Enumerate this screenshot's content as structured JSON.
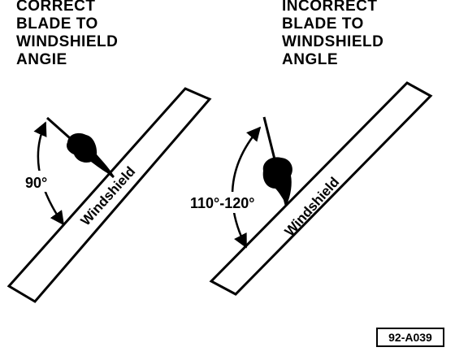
{
  "left_panel": {
    "caption_lines": [
      "CORRECT",
      "BLADE TO",
      "WINDSHIELD",
      "ANGIE"
    ],
    "angle_label": "90°",
    "windshield_label": "Windshield"
  },
  "right_panel": {
    "caption_lines": [
      "INCORRECT",
      "BLADE TO",
      "WINDSHIELD",
      "ANGLE"
    ],
    "angle_label": "110°-120°",
    "windshield_label": "Windshield"
  },
  "figure_id": "92-A039",
  "colors": {
    "ink": "#000000",
    "paper": "#ffffff"
  }
}
